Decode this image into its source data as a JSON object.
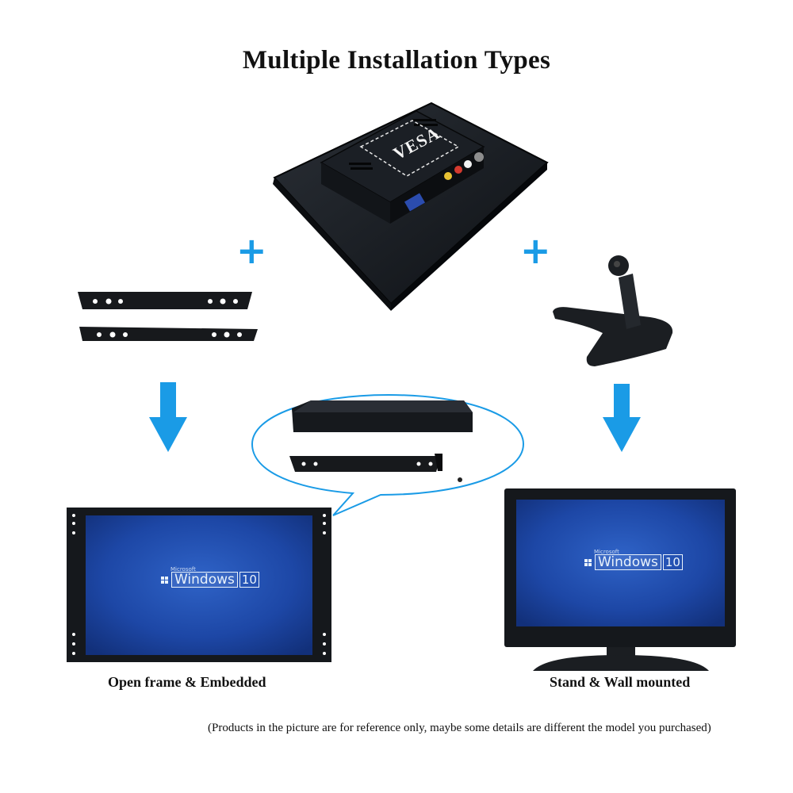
{
  "title": "Multiple Installation Types",
  "captions": {
    "left": "Open frame & Embedded",
    "right": "Stand & Wall mounted"
  },
  "disclaimer": "(Products in the picture are for reference only, maybe some details are different the model you purchased)",
  "vesa_label": "VESA",
  "screen": {
    "brand_small": "Microsoft",
    "product": "Windows",
    "version": "10"
  },
  "plus_symbol": "+",
  "colors": {
    "accent": "#1a9be6",
    "screen_blue": "#1d3f9c",
    "frame": "#161a1f"
  },
  "icons": [
    "plus-icon",
    "arrow-down-icon"
  ]
}
